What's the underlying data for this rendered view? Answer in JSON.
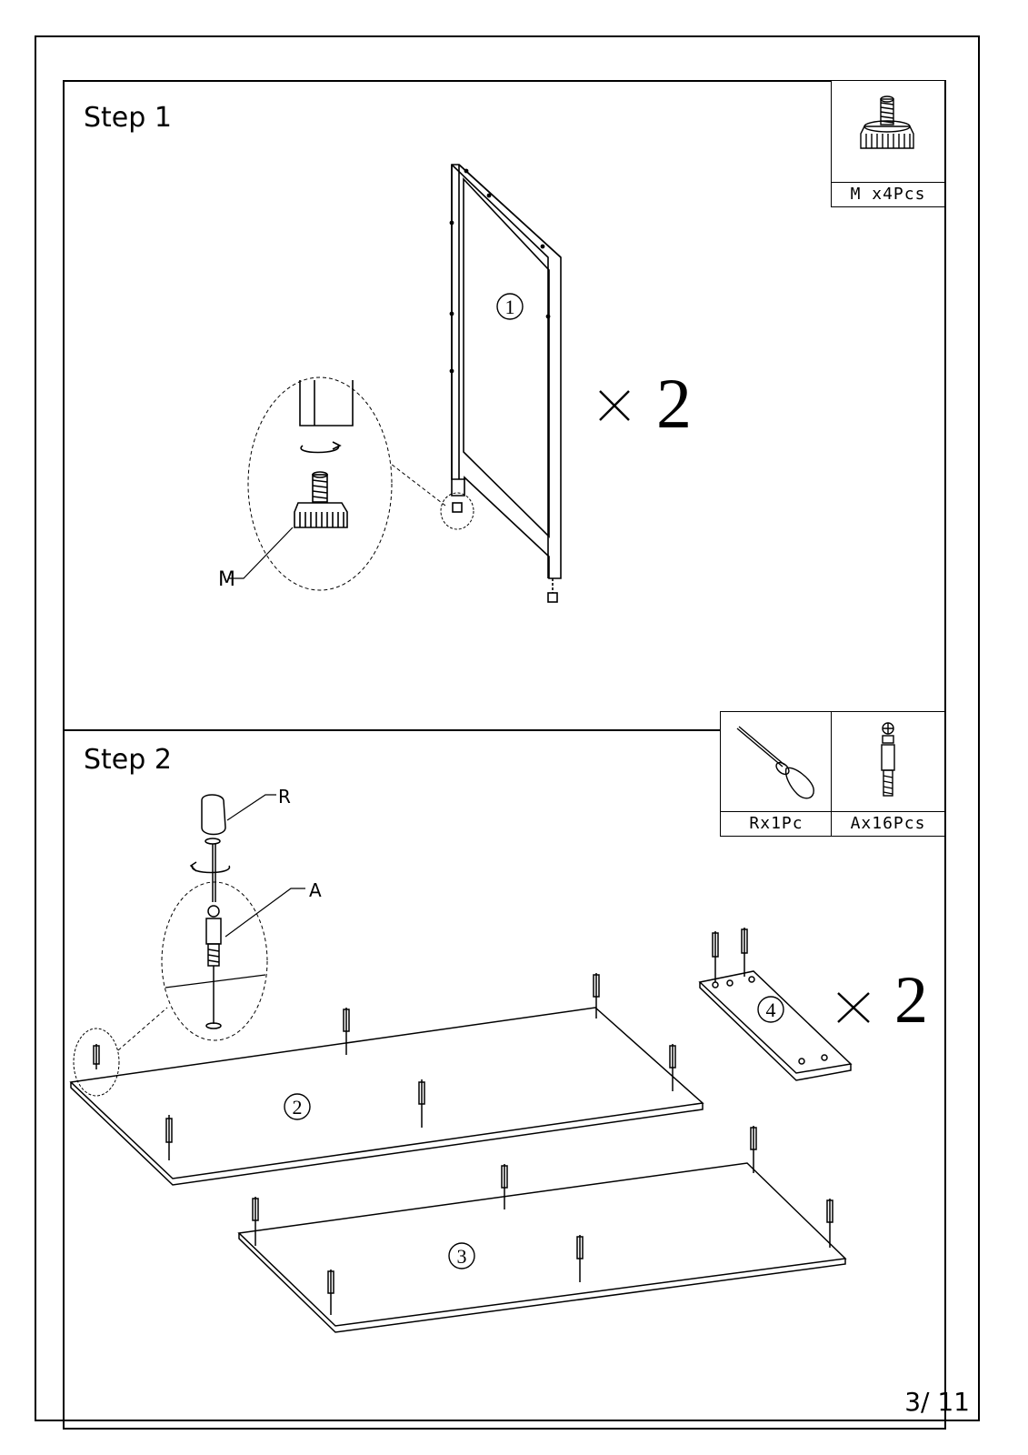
{
  "steps": [
    {
      "title": "Step 1",
      "multiplier": "2",
      "part_number": "1",
      "callout": "M",
      "parts": [
        {
          "label": "M x4Pcs",
          "icon": "adjustable-foot-icon"
        }
      ]
    },
    {
      "title": "Step 2",
      "multiplier": "2",
      "panel_numbers": [
        "2",
        "3",
        "4"
      ],
      "callouts": [
        "R",
        "A"
      ],
      "parts": [
        {
          "label": "Rx1Pc",
          "icon": "screwdriver-icon"
        },
        {
          "label": "Ax16Pcs",
          "icon": "cam-bolt-icon"
        }
      ]
    }
  ],
  "page_number": "3/ 11"
}
